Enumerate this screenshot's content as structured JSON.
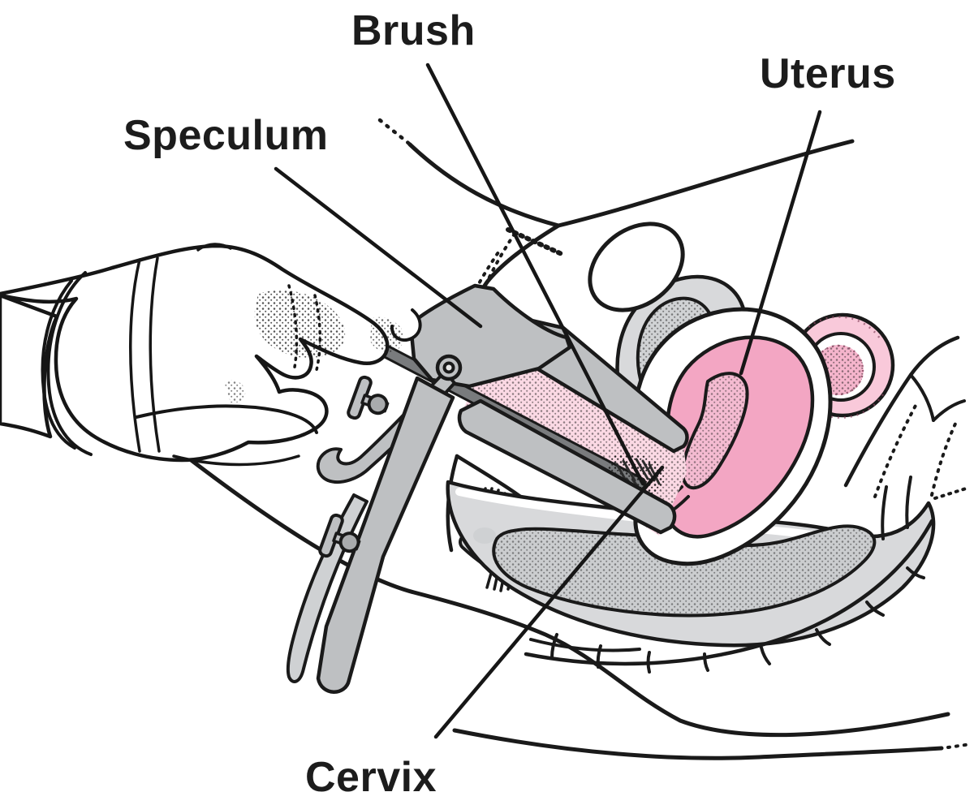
{
  "figure": {
    "title": "Pap test illustration",
    "description": "Cross-section medical illustration: a gloved hand holds a speculum opening the vagina while a sampling brush reaches the cervix; the uterus, ovary, bladder, bowel, rectum and tailbone are shown."
  },
  "labels": {
    "brush": "Brush",
    "uterus": "Uterus",
    "speculum": "Speculum",
    "cervix": "Cervix"
  },
  "colors": {
    "background": "#ffffff",
    "outline": "#1a1a1a",
    "label_text": "#1c1c1c",
    "uterus_pink": "#F3A6C3",
    "uterus_cavity_pink": "#F4BBD1",
    "ovary_ring_pink": "#F9C9DA",
    "ovary_core_pink": "#F5B5CC",
    "vagina_pink": "#FBD9E4",
    "instrument_gray": "#BEC0C2",
    "instrument_gray_light": "#CFD1D3",
    "brush_rod_gray": "#797B7D",
    "tissue_gray": "#D8D9DB",
    "tissue_content_gray": "#CBCDCF",
    "bowel_inner_gray": "#D0D2D4"
  }
}
